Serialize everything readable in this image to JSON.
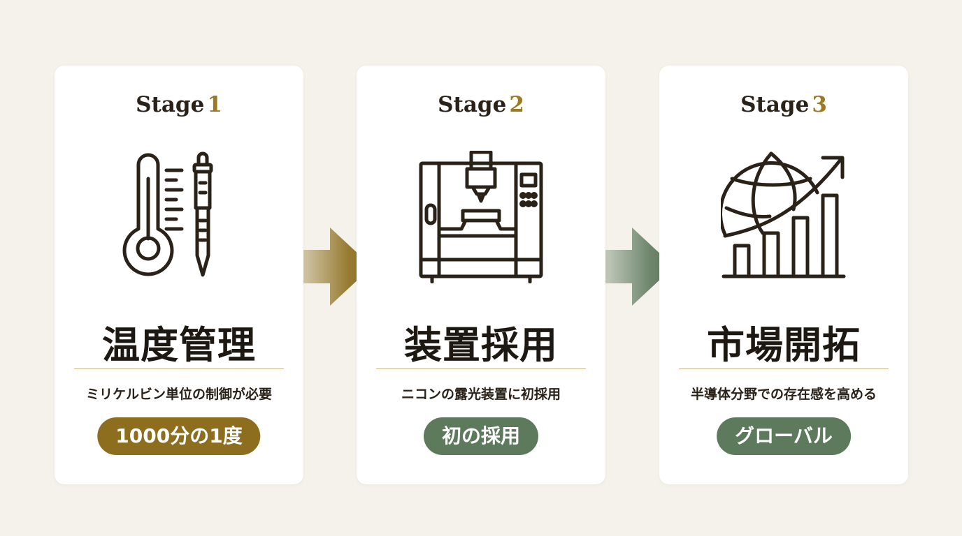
{
  "stages": [
    {
      "stage_word": "Stage",
      "stage_number": "1",
      "icon": "thermometer-pipette-icon",
      "heading": "温度管理",
      "description": "ミリケルビン単位の制御が必要",
      "badge": "1000分の1度",
      "badge_color": "#8c6e1e"
    },
    {
      "stage_word": "Stage",
      "stage_number": "2",
      "icon": "exposure-machine-icon",
      "heading": "装置採用",
      "description": "ニコンの露光装置に初採用",
      "badge": "初の採用",
      "badge_color": "#5e7a5d"
    },
    {
      "stage_word": "Stage",
      "stage_number": "3",
      "icon": "globe-growth-chart-icon",
      "heading": "市場開拓",
      "description": "半導体分野での存在感を高める",
      "badge": "グローバル",
      "badge_color": "#5e7a5d"
    }
  ],
  "arrows": [
    {
      "icon": "gold-arrow-right-icon",
      "color": "#8c6e1e"
    },
    {
      "icon": "green-arrow-right-icon",
      "color": "#5e7a5d"
    }
  ],
  "colors": {
    "background": "#f5f2ec",
    "card": "#ffffff",
    "text": "#2a2118",
    "accent_gold": "#9a7a22",
    "rule": "#c8b27b"
  }
}
